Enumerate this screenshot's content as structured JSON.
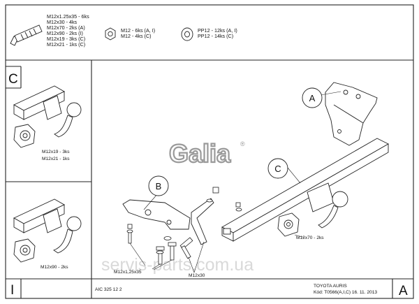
{
  "parts_legend": {
    "bolts": [
      "M12x1.25x35 - 6ks",
      "M12x30 - 4ks",
      "M12x70 - 2ks (A)",
      "M12x90 - 2ks (I)",
      "M12x19 - 3ks (C)",
      "M12x21 - 1ks (C)"
    ],
    "nuts": [
      "M12 - 6ks (A, I)",
      "M12 - 4ks (C)"
    ],
    "washers": [
      "PP12 - 12ks (A, I)",
      "PP12 - 14ks (C)"
    ]
  },
  "variant_c": {
    "letter": "C",
    "bolts": [
      "M12x19 - 3ks",
      "M12x21 - 1ks"
    ]
  },
  "variant_i": {
    "letter": "I",
    "bolt": "M12x90 - 2ks"
  },
  "main": {
    "logo": "Galia",
    "trademark": "®",
    "callouts": [
      "A",
      "B",
      "C"
    ],
    "labels": {
      "m12x70": "M12x70 - 2ks",
      "m12x125x35": "M12x1,25x35",
      "m12x30": "M12x30"
    },
    "watermark": "servis-parts.com.ua",
    "variant_letter": "A"
  },
  "footer": {
    "code": "AIC 325 12 2",
    "vehicle": "TOYOTA AURIS",
    "kod": "Kód: T0566(A,I,C)  16. 11. 2013"
  }
}
